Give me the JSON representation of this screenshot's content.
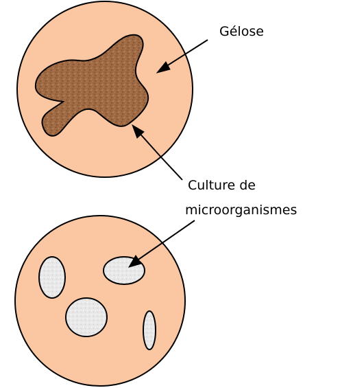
{
  "labels": {
    "gelose": "Gélose",
    "culture_line1": "Culture de",
    "culture_line2": "microorganismes"
  },
  "colors": {
    "agar": "#fbc7a3",
    "culture_brown": "#a06a44",
    "culture_dark": "#7a4b2a",
    "colony": "#e6e6e6",
    "outline": "#000000"
  }
}
